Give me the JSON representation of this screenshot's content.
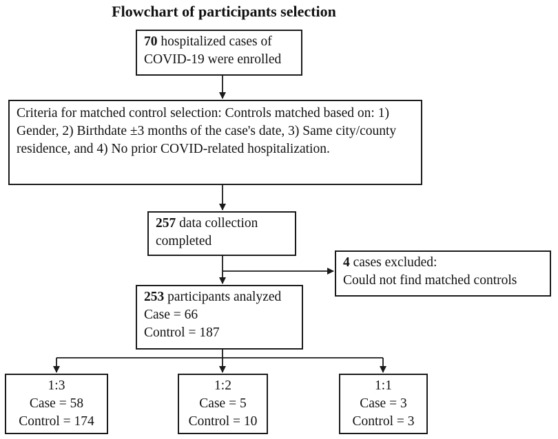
{
  "title": "Flowchart of participants selection",
  "enrolled": {
    "count": "70",
    "text": " hospitalized cases of COVID-19 were enrolled"
  },
  "criteria": {
    "text": "Criteria for matched control selection: Controls matched based on: 1) Gender, 2) Birthdate ±3 months of the case's date, 3) Same city/county residence, and 4) No prior COVID-related hospitalization."
  },
  "collected": {
    "count": "257",
    "text": " data collection completed"
  },
  "excluded": {
    "count": "4",
    "line1": " cases excluded:",
    "line2": "Could not find matched controls"
  },
  "analyzed": {
    "count": "253",
    "text": " participants analyzed",
    "case": "Case = 66",
    "control": "Control = 187"
  },
  "groups": [
    {
      "ratio": "1:3",
      "case": "Case = 58",
      "control": "Control = 174"
    },
    {
      "ratio": "1:2",
      "case": "Case = 5",
      "control": "Control = 10"
    },
    {
      "ratio": "1:1",
      "case": "Case = 3",
      "control": "Control = 3"
    }
  ]
}
